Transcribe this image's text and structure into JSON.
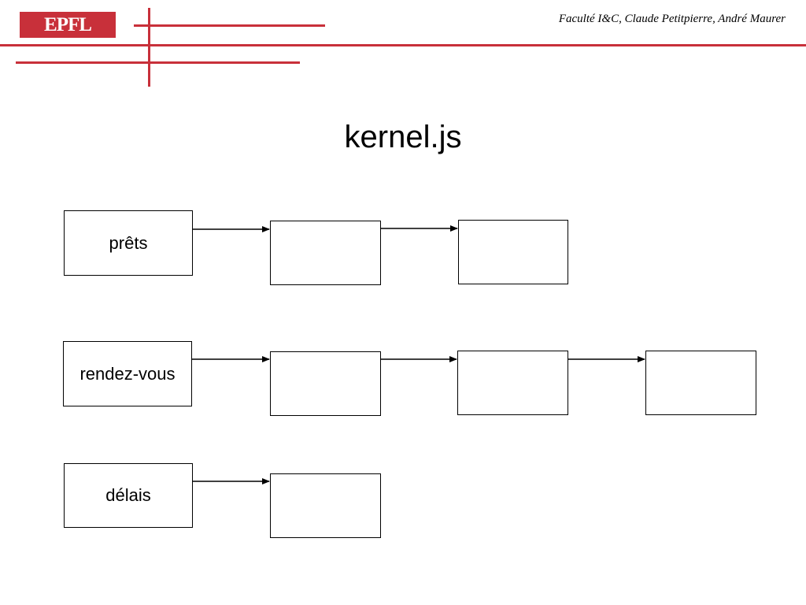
{
  "header": {
    "logo_text": "EPFL",
    "credit": "Faculté I&C, Claude Petitpierre, André Maurer",
    "accent_color": "#c8303a"
  },
  "slide": {
    "title": "kernel.js"
  },
  "diagram": {
    "queues": [
      {
        "label": "prêts",
        "node_count": 2
      },
      {
        "label": "rendez-vous",
        "node_count": 3
      },
      {
        "label": "délais",
        "node_count": 1
      }
    ]
  }
}
